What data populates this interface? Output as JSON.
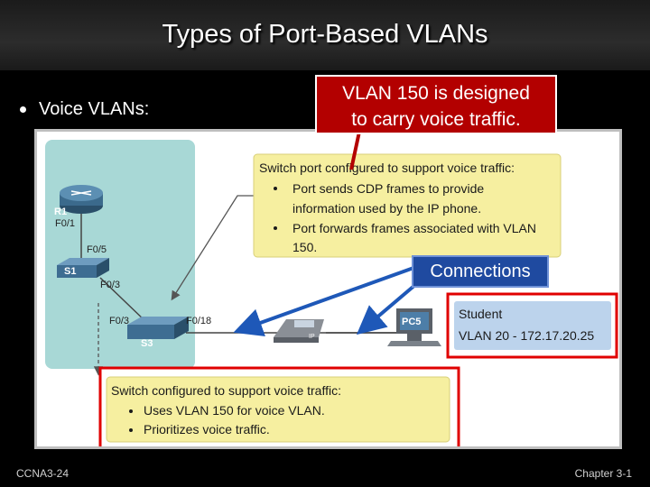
{
  "slide": {
    "title": "Types of Port-Based VLANs",
    "bullet": "Voice VLANs:",
    "callout": [
      "VLAN 150 is designed",
      "to carry voice traffic."
    ],
    "connections_label": "Connections",
    "footer_left": "CCNA3-24",
    "footer_right": "Chapter 3-1"
  },
  "diagram": {
    "devices": {
      "r1": "R1",
      "s1": "S1",
      "s3": "S3",
      "pc5": "PC5",
      "phone": "IP"
    },
    "ports": {
      "r1_f01": "F0/1",
      "s1_f05": "F0/5",
      "s1_f03": "F0/3",
      "s3_f03": "F0/3",
      "s3_f018": "F0/18"
    },
    "port_note": {
      "heading": "Switch port configured to support voice traffic:",
      "lines": [
        "Port sends CDP frames to provide",
        "information used by the IP phone.",
        "Port forwards frames associated with VLAN",
        "150."
      ]
    },
    "switch_note": {
      "heading": "Switch configured to support voice traffic:",
      "lines": [
        "Uses VLAN 150 for voice VLAN.",
        "Prioritizes voice traffic."
      ]
    },
    "student": {
      "name": "Student",
      "vlan": "VLAN 20 - 172.17.20.25"
    }
  },
  "colors": {
    "callout_red": "#b30000",
    "connections_blue": "#1f4aa0",
    "note_yellow": "#f6efa0",
    "topology_teal": "#a8d8d6",
    "highlight_red": "#e00000"
  }
}
